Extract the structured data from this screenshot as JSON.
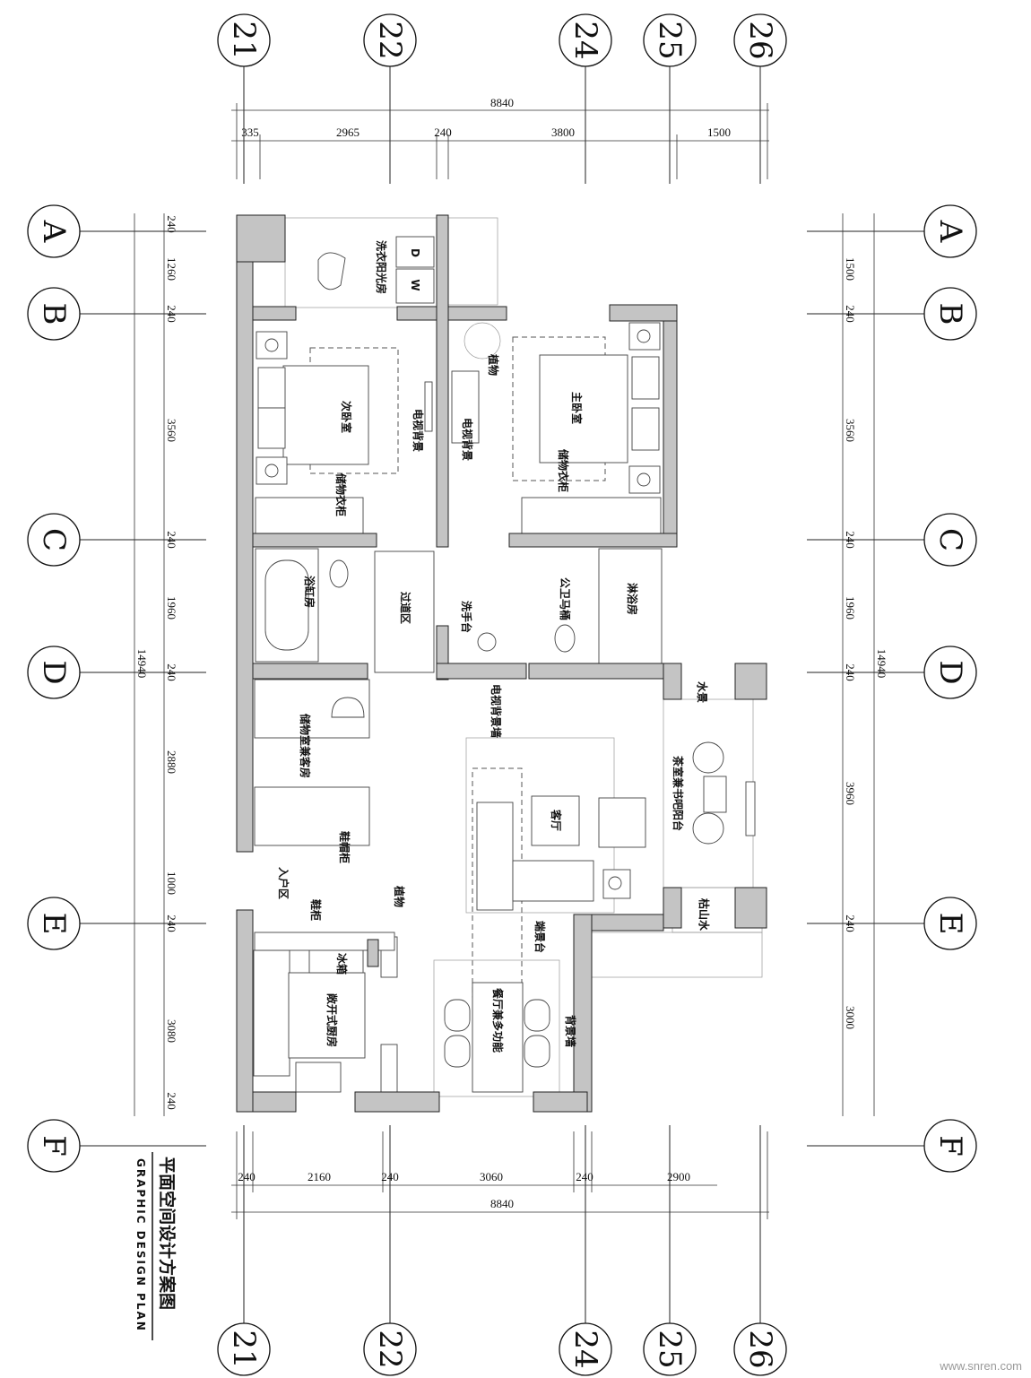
{
  "axes": {
    "columns": [
      "21",
      "22",
      "24",
      "25",
      "26"
    ],
    "rows": [
      "A",
      "B",
      "C",
      "D",
      "E",
      "F"
    ]
  },
  "dimensions": {
    "top_total": "8840",
    "top": [
      "335",
      "2965",
      "240",
      "3800",
      "1500"
    ],
    "bottom_total": "8840",
    "bottom": [
      "240",
      "2160",
      "240",
      "3060",
      "240",
      "2900"
    ],
    "left_total": "14940",
    "left": [
      "240",
      "1260",
      "240",
      "3560",
      "240",
      "1960",
      "240",
      "2880",
      "1000",
      "240",
      "3080",
      "240"
    ],
    "right_total": "14940",
    "right": [
      "1500",
      "240",
      "3560",
      "240",
      "1960",
      "240",
      "3960",
      "240",
      "3000"
    ]
  },
  "rooms": {
    "laundry_sunroom": "洗衣阳光房",
    "second_bedroom": "次卧室",
    "tv_wall_1": "电视背景",
    "tv_wall_2": "电视背景",
    "plant_1": "植物",
    "master_bedroom": "主卧室",
    "wardrobe_1": "储物衣柜",
    "wardrobe_2": "储物衣柜",
    "bathtub_room": "浴缸房",
    "corridor": "过道区",
    "wash_basin": "洗手台",
    "public_toilet": "公卫马桶",
    "shower_room": "淋浴房",
    "tv_feature_wall": "电视背景墙",
    "water_feature": "水景",
    "tea_balcony": "茶室兼书吧阳台",
    "storage_guest": "储物室兼客房",
    "living_room": "客厅",
    "shoe_hat_cabinet": "鞋帽柜",
    "entrance": "入户区",
    "plant_2": "植物",
    "shoe_cabinet": "鞋柜",
    "dry_garden": "枯山水",
    "console": "端景台",
    "fridge": "冰箱",
    "open_kitchen": "敞开式厨房",
    "dining": "餐厅兼多功能",
    "feature_wall": "背景墙",
    "washer_d": "D",
    "washer_w": "W"
  },
  "title": {
    "cn": "平面空间设计方案图",
    "en": "GRAPHIC DESIGN PLAN"
  },
  "watermark": "www.snren.com"
}
